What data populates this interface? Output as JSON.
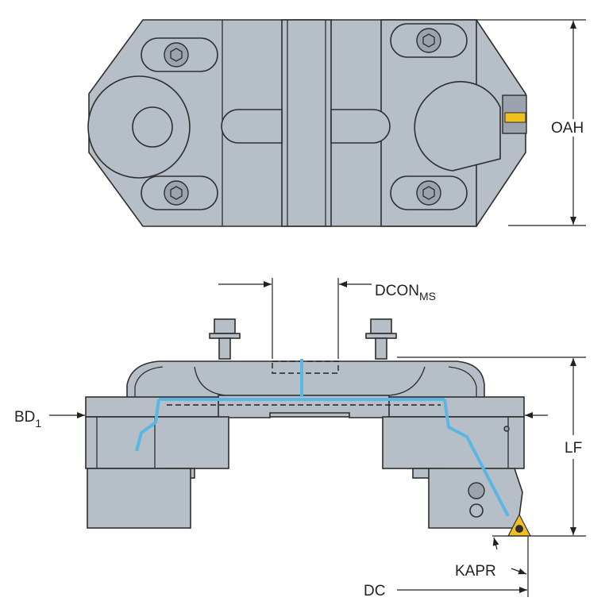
{
  "labels": {
    "oah": "OAH",
    "dcon": "DCON",
    "dcon_sub": "MS",
    "bd": "BD",
    "bd_sub": "1",
    "lf": "LF",
    "kapr": "KAPR",
    "dc": "DC"
  },
  "colors": {
    "body": "#b6bec8",
    "coolant": "#5ab6e2",
    "insert": "#f0c020"
  }
}
